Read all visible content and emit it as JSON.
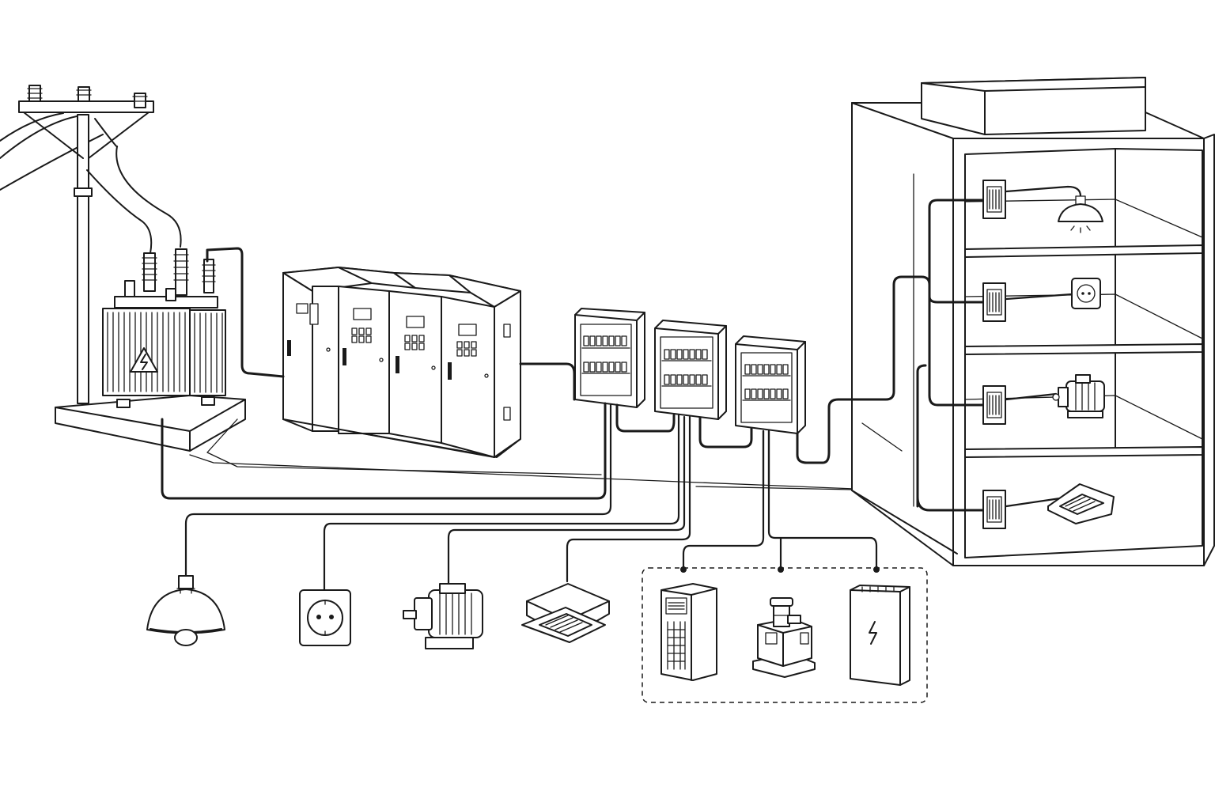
{
  "diagram": {
    "components": [
      {
        "id": "utility-pole",
        "icon": "utility-pole-icon"
      },
      {
        "id": "transformer",
        "icon": "transformer-icon",
        "warning_symbol": "high-voltage-icon"
      },
      {
        "id": "main-switchgear",
        "icon": "switchgear-cabinet-icon",
        "sections": 4
      },
      {
        "id": "distribution-boards",
        "icon": "breaker-panel-icon",
        "count": 3
      },
      {
        "id": "building",
        "icon": "building-icon",
        "floors": 4
      },
      {
        "id": "ground-level-loads",
        "items": [
          "pendant-lamp-icon",
          "wall-socket-icon",
          "electric-motor-icon",
          "ceiling-cassette-ac-icon"
        ]
      },
      {
        "id": "equipment-group",
        "style": "dashed-box",
        "items": [
          "server-rack-icon",
          "water-pump-icon",
          "battery-storage-icon"
        ]
      },
      {
        "id": "floor-loads",
        "items": [
          "pendant-lamp-icon",
          "wall-socket-icon",
          "electric-motor-icon",
          "ceiling-cassette-ac-icon"
        ]
      }
    ],
    "line_color": "#1a1a1a",
    "background": "#ffffff"
  }
}
